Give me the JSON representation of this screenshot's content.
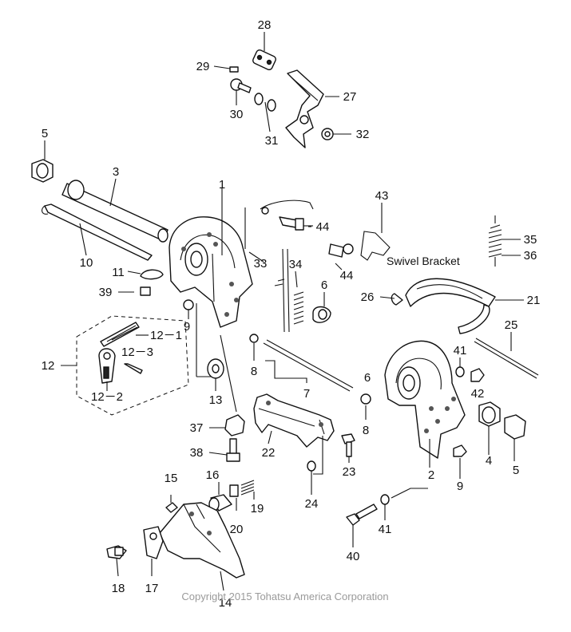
{
  "caption": "Swivel Bracket",
  "copyright": "Copyright 2015 Tohatsu America Corporation",
  "callouts": {
    "p1": "1",
    "p2": "2",
    "p3": "3",
    "p4": "4",
    "p5a": "5",
    "p5b": "5",
    "p6a": "6",
    "p6b": "6",
    "p7": "7",
    "p8a": "8",
    "p8b": "8",
    "p9a": "9",
    "p9b": "9",
    "p10": "10",
    "p11": "11",
    "p12": "12",
    "p12_1": "12－1",
    "p12_2": "12－2",
    "p12_3": "12－3",
    "p13": "13",
    "p14": "14",
    "p15": "15",
    "p16": "16",
    "p17": "17",
    "p18": "18",
    "p19": "19",
    "p20": "20",
    "p21": "21",
    "p22": "22",
    "p23": "23",
    "p24": "24",
    "p25": "25",
    "p26": "26",
    "p27": "27",
    "p28": "28",
    "p29": "29",
    "p30": "30",
    "p31": "31",
    "p32": "32",
    "p33": "33",
    "p34": "34",
    "p35": "35",
    "p36": "36",
    "p37": "37",
    "p38": "38",
    "p39": "39",
    "p40": "40",
    "p41a": "41",
    "p41b": "41",
    "p42": "42",
    "p43": "43",
    "p44a": "44",
    "p44b": "44"
  }
}
